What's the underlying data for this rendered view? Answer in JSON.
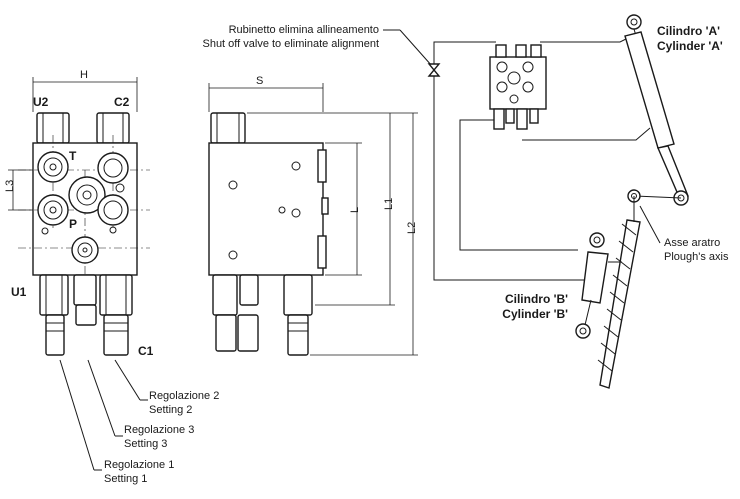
{
  "dimensions": {
    "h": "H",
    "s": "S",
    "l": "L",
    "l1": "L1",
    "l2": "L2",
    "l3": "L3"
  },
  "ports": {
    "u1": "U1",
    "u2": "U2",
    "c1": "C1",
    "c2": "C2",
    "t": "T",
    "p": "P"
  },
  "callouts": {
    "shutoff_it": "Rubinetto elimina allineamento",
    "shutoff_en": "Shut off valve to eliminate alignment",
    "cyl_a_it": "Cilindro 'A'",
    "cyl_a_en": "Cylinder 'A'",
    "cyl_b_it": "Cilindro 'B'",
    "cyl_b_en": "Cylinder 'B'",
    "axis_it": "Asse aratro",
    "axis_en": "Plough's axis",
    "setting2_it": "Regolazione 2",
    "setting2_en": "Setting 2",
    "setting3_it": "Regolazione 3",
    "setting3_en": "Setting 3",
    "setting1_it": "Regolazione 1",
    "setting1_en": "Setting 1"
  }
}
